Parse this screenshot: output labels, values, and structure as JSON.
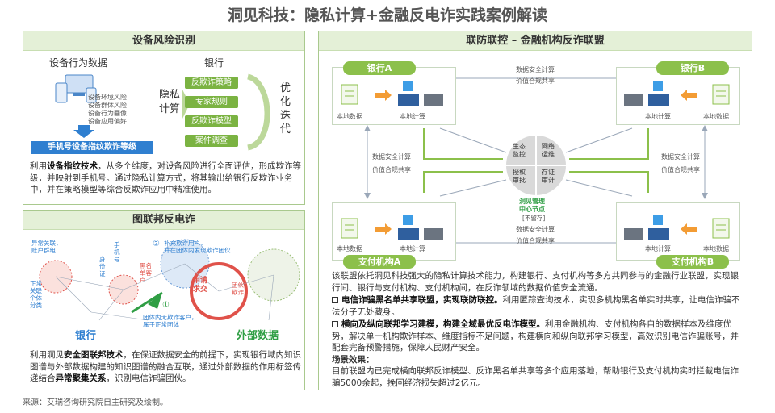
{
  "title": "洞见科技：隐私计算+金融反电诈实践案例解读",
  "device": {
    "heading": "设备风险识别",
    "behavior_title": "设备行为数据",
    "behavior_items": [
      "设备环境风险",
      "设备群体风险",
      "设备行为画像",
      "设备应用偏好"
    ],
    "level_label": "手机号设备指纹欺诈等级",
    "privacy_label": "隐私\n计算",
    "bank_title": "银行",
    "bank_items": [
      "反欺诈策略",
      "专家规则",
      "反欺诈模型",
      "案件调查"
    ],
    "iter_label": "优\n化\n迭\n代",
    "desc_pre": "利用",
    "desc_bold": "设备指纹技术",
    "desc_post": "，从多个维度，对设备风险进行全面评估，形成欺诈等级，并映射到手机号。通过隐私计算方式，将其输出给银行反欺诈业务中，并在策略模型等综合反欺诈应用中精准使用。"
  },
  "graph": {
    "heading": "图联邦反电诈",
    "abnormal": "异常关联，\n账户群组",
    "normal": "正常\n关联\n个体\n分类",
    "phone_label": "手\n机\n号",
    "body_label": "身\n份\n证",
    "supplement": "补充欺诈用户，\n并在团体内发现欺诈团伙",
    "marker1": "①",
    "marker2": "②",
    "blacklist": "黑名\n单客\n户",
    "request": "申请\n求交",
    "gang": "团伙\n欺诈",
    "inner": "团体内无欺诈客户，\n属于正常团体",
    "bank": "银行",
    "external": "外部数据",
    "desc_pre": "利用洞见",
    "desc_bold1": "安全图联邦技术",
    "desc_mid": "，在保证数据安全的前提下，实现银行域内知识图谱与外部数据构建的知识图谱的融合互联，通过外部数据的作用标签传递结合",
    "desc_bold2": "异常聚集关系",
    "desc_post": "，识别电信诈骗团伙。"
  },
  "alliance": {
    "heading": "联防联控 – 金融机构反诈联盟",
    "bank_a": "银行A",
    "bank_b": "银行B",
    "pay_a": "支付机构A",
    "pay_b": "支付机构B",
    "local_data": "本地数据",
    "local_compute": "本地计算",
    "link_text1": "数据安全计算",
    "link_text2": "价值合规共享",
    "center": [
      "生态\n监控",
      "网络\n运维",
      "授权\n审批",
      "存证\n审计"
    ],
    "center_label": "洞见管理\n中心节点",
    "center_sub": "[不留存]",
    "intro": "该联盟依托洞见科技强大的隐私计算技术能力，构建银行、支付机构等多方共同参与的金融行业联盟，实现银行间、银行与支付机构、支付机构间，在反诈领域的数据价值安全流通。",
    "p1_bold": "电信诈骗黑名单共享联盟，实现联防联控。",
    "p1_text": "利用匿踪查询技术，实现多机构黑名单实时共享，让电信诈骗不法分子无处藏身。",
    "p2_bold": "横向及纵向联邦学习建模，构建全域最优反电诈模型。",
    "p2_text": "利用金融机构、支付机构各自的数据样本及维度优势，解决单一机构欺诈样本、维度指标不足问题，构建横向和纵向联邦学习模型，高效识别电信诈骗账号，并配套完备预警措施，保障人民财产安全。",
    "scene_title": "场景效果：",
    "scene_text": "目前联盟内已完成横向联邦反诈模型、反诈黑名单共享等多个应用落地，帮助银行及支付机构实时拦截电信诈骗5000余起，挽回经济损失超过2亿元。"
  },
  "source": "来源：艾瑞咨询研究院自主研究及绘制。",
  "colors": {
    "green": "#8cc04b",
    "blue": "#2f7fd0",
    "panel_border": "#a9c98e",
    "panel_head": "#e4f0d7",
    "red": "#e0524a"
  }
}
